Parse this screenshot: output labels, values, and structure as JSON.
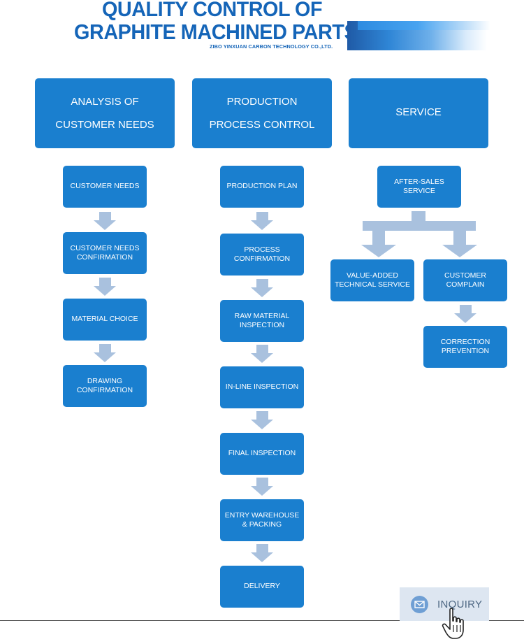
{
  "header": {
    "title_line1": "QUALITY CONTROL OF",
    "title_line2": "GRAPHITE MACHINED PARTS",
    "company": "ZIBO YINXUAN CARBON TECHNOLOGY CO.,LTD."
  },
  "categories": {
    "analysis": "ANALYSIS OF\nCUSTOMER NEEDS",
    "production": "PRODUCTION\nPROCESS CONTROL",
    "service": "SERVICE"
  },
  "analysis_steps": [
    "CUSTOMER NEEDS",
    "CUSTOMER NEEDS\nCONFIRMATION",
    "MATERIAL CHOICE",
    "DRAWING\nCONFIRMATION"
  ],
  "production_steps": [
    "PRODUCTION PLAN",
    "PROCESS\nCONFIRMATION",
    "RAW MATERIAL\nINSPECTION",
    "IN-LINE INSPECTION",
    "FINAL INSPECTION",
    "ENTRY WAREHOUSE\n& PACKING",
    "DELIVERY"
  ],
  "service_steps": {
    "after_sales": "AFTER-SALES\nSERVICE",
    "value_added": "VALUE-ADDED\nTECHNICAL SERVICE",
    "customer_complain": "CUSTOMER\nCOMPLAIN",
    "correction": "CORRECTION\nPREVENTION"
  },
  "inquiry": {
    "label": "INQUIRY",
    "icon": "mail-icon"
  },
  "cursor": {
    "icon": "hand-pointer-icon"
  },
  "colors": {
    "box_blue": "#1a7fcf",
    "arrow_light_blue": "#a9c1de",
    "title_blue": "#1565b8",
    "inquiry_bg": "#dde6f1"
  }
}
